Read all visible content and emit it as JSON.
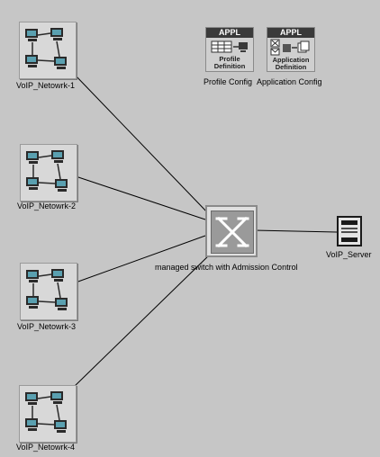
{
  "nodes": {
    "net1": {
      "label": "VoIP_Netowrk-1"
    },
    "net2": {
      "label": "VoIP_Netowrk-2"
    },
    "net3": {
      "label": "VoIP_Netowrk-3"
    },
    "net4": {
      "label": "VoIP_Netowrk-4"
    },
    "switch": {
      "label": "managed switch with Admission Control"
    },
    "server": {
      "label": "VoIP_Server"
    },
    "profile": {
      "badge": "APPL",
      "caption_line1": "Profile",
      "caption_line2": "Definition",
      "label": "Profile Config"
    },
    "application": {
      "badge": "APPL",
      "caption_line1": "Application",
      "caption_line2": "Definition",
      "label": "Application Config"
    }
  },
  "colors": {
    "canvas": "#c6c6c6",
    "link": "#000000"
  }
}
